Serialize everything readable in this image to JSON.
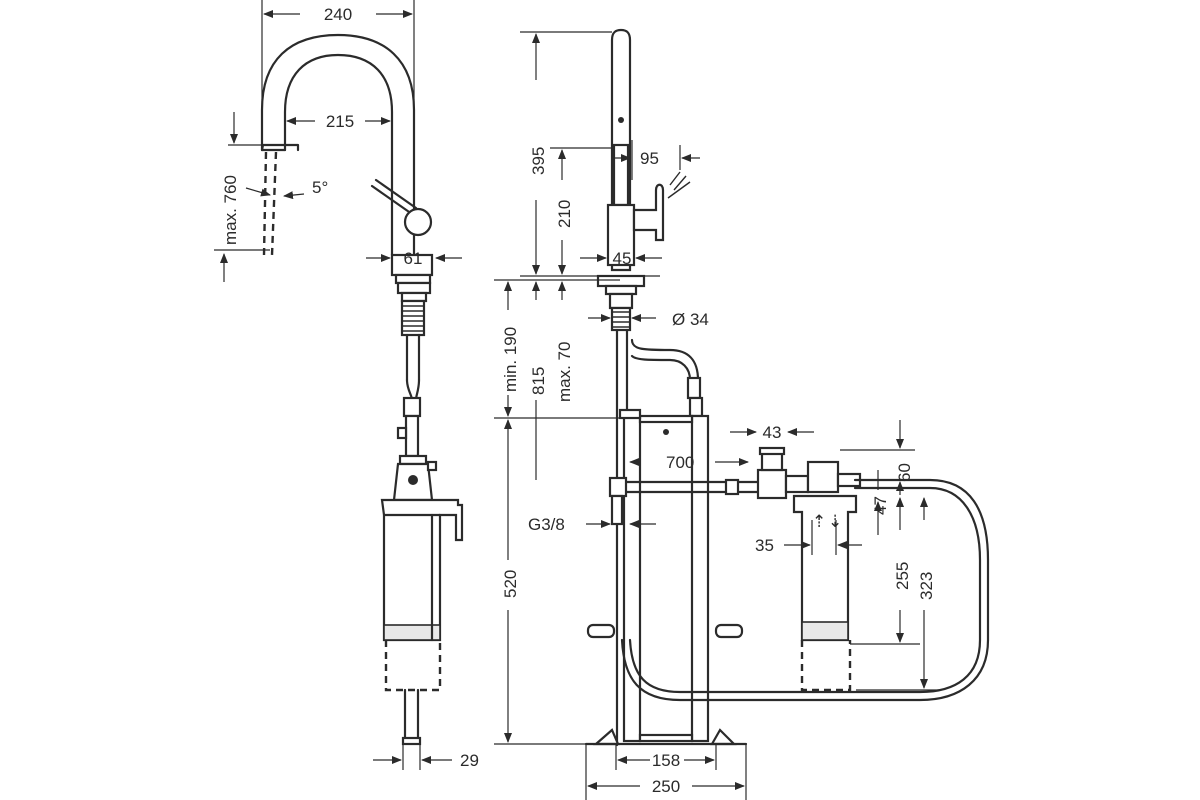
{
  "dimensions": {
    "spout_reach": "240",
    "spout_inner": "215",
    "max_760": "max. 760",
    "angle_5": "5°",
    "lever_61": "61",
    "bottom_29": "29",
    "height_395": "395",
    "height_210": "210",
    "spray_95": "95",
    "base_45": "45",
    "diam_34": "Ø 34",
    "min_190": "min. 190",
    "total_815": "815",
    "max_70": "max. 70",
    "hose_700": "700",
    "width_43": "43",
    "height_60": "60",
    "height_47": "47",
    "thread_g38": "G3/8",
    "filter_35": "35",
    "height_255": "255",
    "height_323": "323",
    "height_520": "520",
    "width_158": "158",
    "width_250": "250"
  }
}
